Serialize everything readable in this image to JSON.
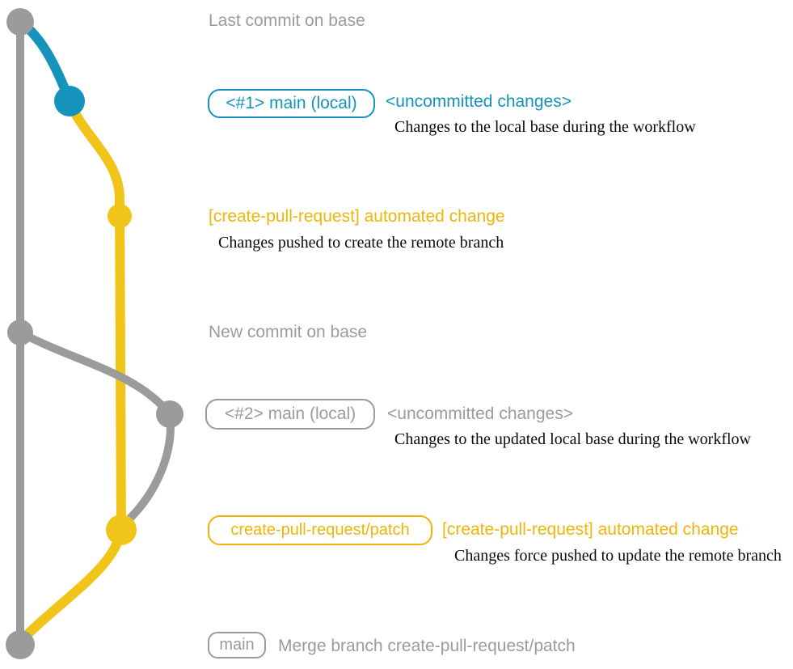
{
  "colors": {
    "gray": "#9b9b9b",
    "blue": "#1593bd",
    "gold_line": "#f0c419",
    "gold_text": "#efb50a",
    "note": "#0a0a0a"
  },
  "graph": {
    "base_branch": "base",
    "nodes": [
      "last-commit-on-base",
      "local-main-1",
      "automated-change-1",
      "new-commit-on-base",
      "local-main-2",
      "automated-change-2",
      "merge-commit"
    ]
  },
  "rows": {
    "top": {
      "title": "Last commit on base"
    },
    "local1": {
      "badge": "<#1> main (local)",
      "status": "<uncommitted changes>",
      "note": "Changes to the local base during the workflow"
    },
    "auto1": {
      "title": "[create-pull-request] automated change",
      "note": "Changes pushed to create the remote branch"
    },
    "mid": {
      "title": "New commit on base"
    },
    "local2": {
      "badge": "<#2> main (local)",
      "status": "<uncommitted changes>",
      "note": "Changes to the updated local base during the workflow"
    },
    "auto2": {
      "badge": "create-pull-request/patch",
      "title": "[create-pull-request] automated change",
      "note": "Changes force pushed to update the remote branch"
    },
    "merge": {
      "badge": "main",
      "title": "Merge branch create-pull-request/patch"
    }
  }
}
